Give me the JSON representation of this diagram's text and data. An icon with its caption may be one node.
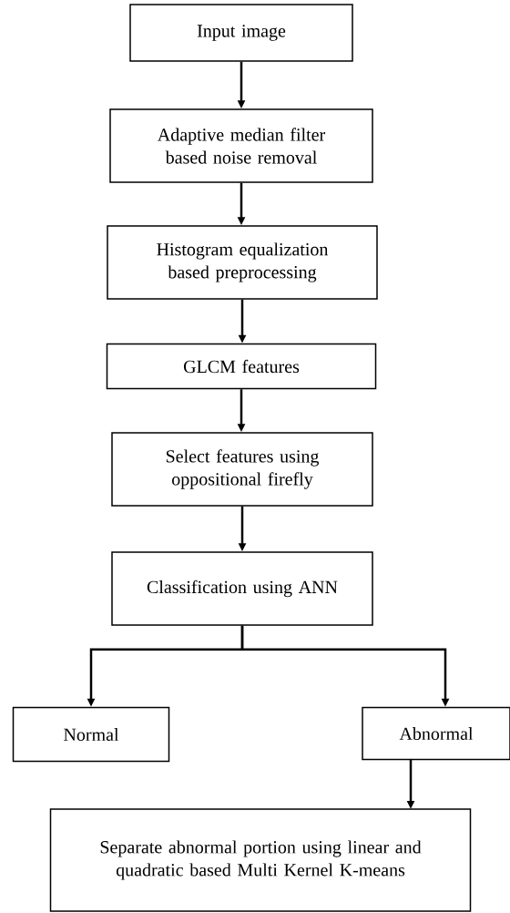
{
  "diagram": {
    "nodes": [
      {
        "text": [
          "Input image"
        ]
      },
      {
        "text": [
          "Adaptive median filter based noise removal"
        ]
      },
      {
        "text": [
          "Histogram equalization based preprocessing"
        ]
      },
      {
        "text": [
          "GLCM features"
        ]
      },
      {
        "text": [
          "Select features using oppositional firefly"
        ]
      },
      {
        "text": [
          "Classification using ANN"
        ]
      },
      {
        "text": [
          "Normal"
        ]
      },
      {
        "text": [
          "Abnormal"
        ]
      },
      {
        "text": [
          "Separate abnormal portion using linear and quadratic based Multi Kernel K-means"
        ]
      }
    ],
    "edges": [
      {
        "from": 0,
        "to": 1,
        "arrow": "to"
      },
      {
        "from": 1,
        "to": 2,
        "arrow": "to"
      },
      {
        "from": 2,
        "to": 3,
        "arrow": "to"
      },
      {
        "from": 3,
        "to": 4,
        "arrow": "to"
      },
      {
        "from": 4,
        "to": 5,
        "arrow": "to"
      },
      {
        "from": 5,
        "to": 6,
        "arrow": "to"
      },
      {
        "from": 5,
        "to": 7,
        "arrow": "to"
      },
      {
        "from": 7,
        "to": 8,
        "arrow": "to"
      }
    ]
  }
}
